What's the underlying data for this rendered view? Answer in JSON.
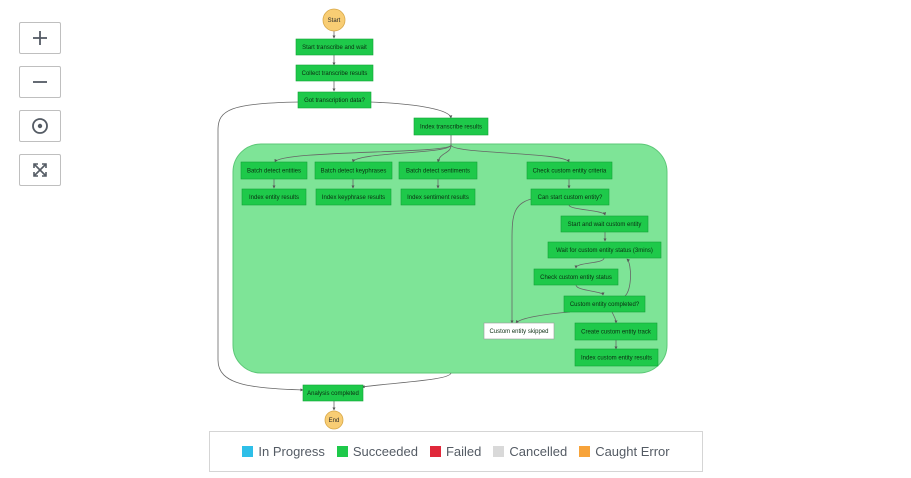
{
  "controls": {
    "zoom_in_icon": "plus-icon",
    "zoom_out_icon": "minus-icon",
    "center_icon": "target-icon",
    "fit_icon": "expand-arrows-icon"
  },
  "colors": {
    "succeeded": "#1ec94a",
    "parallel_region": "#7ee497",
    "terminal": "#f8cd74",
    "in_progress": "#2ebfe8",
    "failed": "#e0283a",
    "cancelled": "#d9d9d9",
    "caught_error": "#f7a33a"
  },
  "nodes": {
    "start": "Start",
    "start_transcribe": "Start transcribe and wait",
    "collect_results": "Collect transcribe results",
    "got_data": "Got transcription data?",
    "index_transcribe": "Index transcribe results",
    "batch_entities": "Batch detect entities",
    "batch_keyphrases": "Batch detect keyphrases",
    "batch_sentiments": "Batch detect sentiments",
    "check_criteria": "Check custom entity criteria",
    "index_entity": "Index entity results",
    "index_keyphrase": "Index keyphrase results",
    "index_sentiment": "Index sentiment results",
    "can_start": "Can start custom entity?",
    "start_wait_custom": "Start and wait custom entity",
    "wait_status": "Wait for custom entity status (3mins)",
    "check_status": "Check custom entity status",
    "entity_completed": "Custom entity completed?",
    "entity_skipped": "Custom entity skipped",
    "create_track": "Create custom entity track",
    "index_custom": "Index custom entity results",
    "analysis_completed": "Analysis completed",
    "end": "End"
  },
  "legend": [
    {
      "label": "In Progress",
      "color": "#2ebfe8"
    },
    {
      "label": "Succeeded",
      "color": "#1ec94a"
    },
    {
      "label": "Failed",
      "color": "#e0283a"
    },
    {
      "label": "Cancelled",
      "color": "#d9d9d9"
    },
    {
      "label": "Caught Error",
      "color": "#f7a33a"
    }
  ]
}
